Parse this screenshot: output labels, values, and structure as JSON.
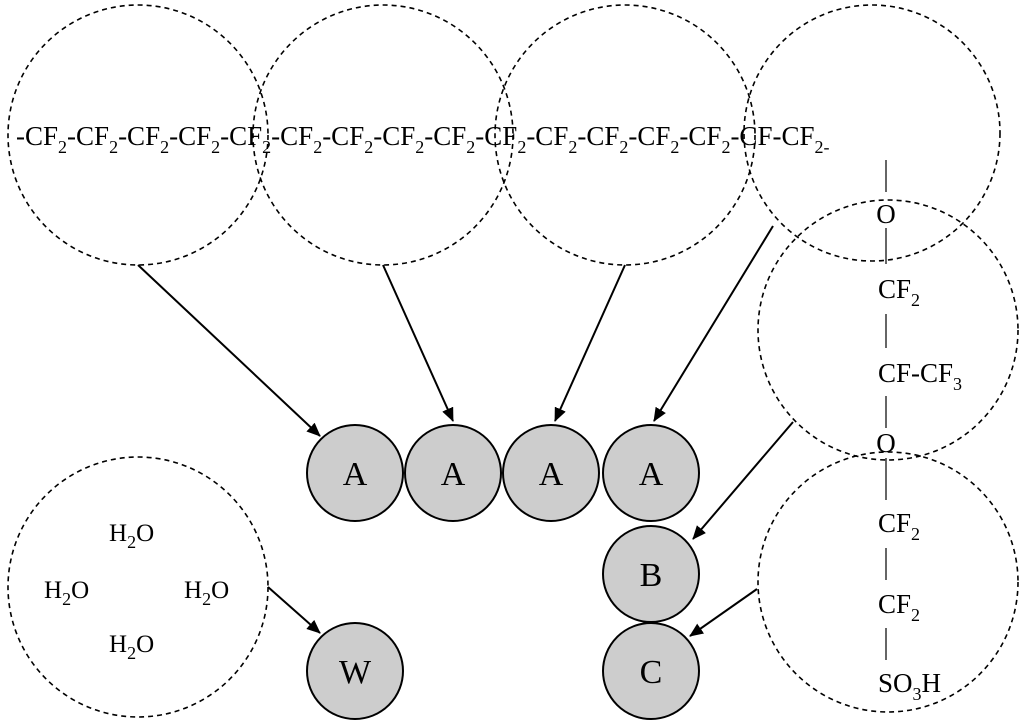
{
  "diagram": {
    "backbone": {
      "segments": [
        "-CF",
        "-CF",
        "-CF",
        "-CF",
        "-CF",
        "-CF",
        "-CF",
        "-CF",
        "-CF",
        "-CF",
        "-CF",
        "-CF",
        "-CF",
        "-CF",
        "-CF-CF"
      ],
      "subscripts": [
        "2",
        "2",
        "2",
        "2",
        "2",
        "2",
        "2",
        "2",
        "2",
        "2",
        "2",
        "2",
        "2",
        "2",
        "2-"
      ]
    },
    "side_chain": [
      {
        "main": "O",
        "sub": ""
      },
      {
        "main": "CF",
        "sub": "2"
      },
      {
        "main": "CF-CF",
        "sub": "3"
      },
      {
        "main": "O",
        "sub": ""
      },
      {
        "main": "CF",
        "sub": "2"
      },
      {
        "main": "CF",
        "sub": "2"
      },
      {
        "main": "SO",
        "sub": "3",
        "tail": "H"
      }
    ],
    "water": [
      {
        "main": "H",
        "sub": "2",
        "tail": "O"
      },
      {
        "main": "H",
        "sub": "2",
        "tail": "O"
      },
      {
        "main": "H",
        "sub": "2",
        "tail": "O"
      },
      {
        "main": "H",
        "sub": "2",
        "tail": "O"
      }
    ],
    "beads": {
      "a1": "A",
      "a2": "A",
      "a3": "A",
      "a4": "A",
      "b": "B",
      "c": "C",
      "w": "W"
    }
  }
}
